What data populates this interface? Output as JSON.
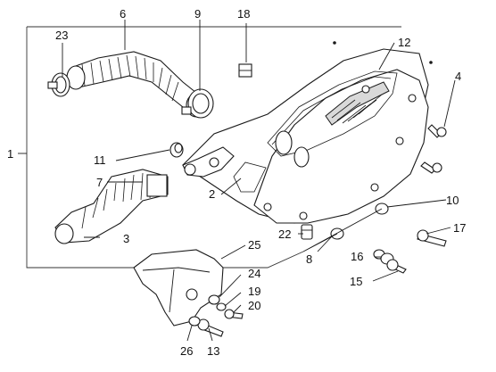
{
  "callouts": [
    {
      "id": "c1",
      "text": "1"
    },
    {
      "id": "c2",
      "text": "2"
    },
    {
      "id": "c3",
      "text": "3"
    },
    {
      "id": "c6",
      "text": "6"
    },
    {
      "id": "c7",
      "text": "7"
    },
    {
      "id": "c8",
      "text": "8"
    },
    {
      "id": "c9",
      "text": "9"
    },
    {
      "id": "c10",
      "text": "10"
    },
    {
      "id": "c11",
      "text": "11"
    },
    {
      "id": "c12",
      "text": "12"
    },
    {
      "id": "c13",
      "text": "13"
    },
    {
      "id": "c15",
      "text": "15"
    },
    {
      "id": "c16",
      "text": "16"
    },
    {
      "id": "c17",
      "text": "17"
    },
    {
      "id": "c18",
      "text": "18"
    },
    {
      "id": "c19",
      "text": "19"
    },
    {
      "id": "c20",
      "text": "20"
    },
    {
      "id": "c22",
      "text": "22"
    },
    {
      "id": "c23",
      "text": "23"
    },
    {
      "id": "c24",
      "text": "24"
    },
    {
      "id": "c25",
      "text": "25"
    },
    {
      "id": "c26",
      "text": "26"
    },
    {
      "id": "c4",
      "text": "4"
    }
  ]
}
